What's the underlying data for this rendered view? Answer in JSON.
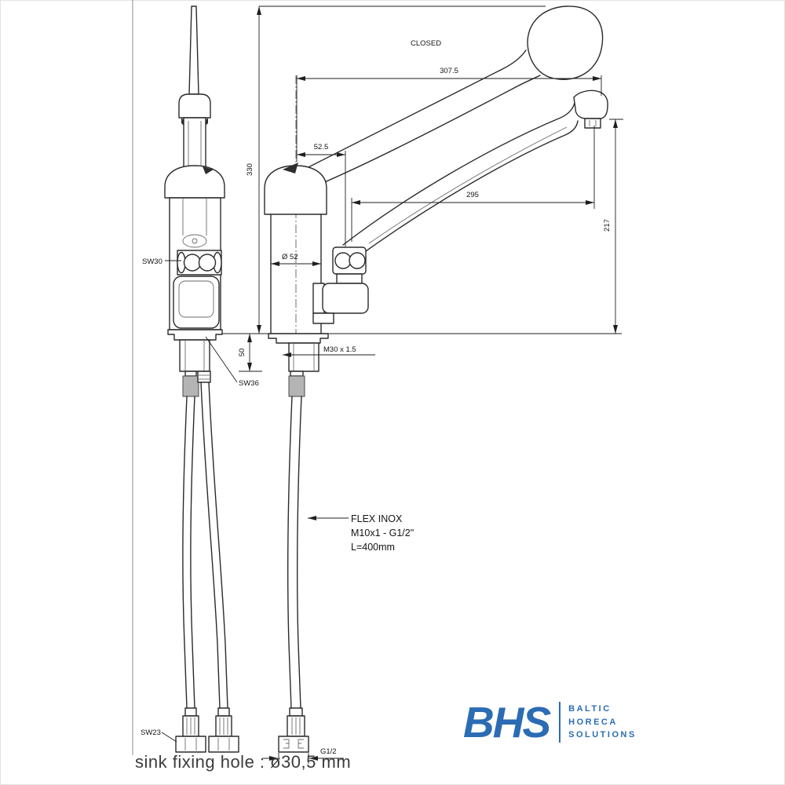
{
  "diagram": {
    "state_label": "CLOSED",
    "dimensions": {
      "overall_reach": "307.5",
      "handle_offset": "52.5",
      "spout_reach": "295",
      "spout_height": "217",
      "total_height": "330",
      "shank_length": "50",
      "body_diameter": "Ø 52",
      "shank_thread": "M30 x 1.5",
      "outlet_thread": "G1/2"
    },
    "labels": {
      "sw30": "SW30",
      "sw36": "SW36",
      "sw23": "SW23",
      "flex_line1": "FLEX INOX",
      "flex_line2": "M10x1 - G1/2\"",
      "flex_line3": "L=400mm"
    },
    "caption": "sink fixing hole : ø30,5 mm"
  },
  "logo": {
    "abbr": "BHS",
    "line1": "BALTIC",
    "line2": "HORECA",
    "line3": "SOLUTIONS",
    "color": "#2b6cb3"
  }
}
